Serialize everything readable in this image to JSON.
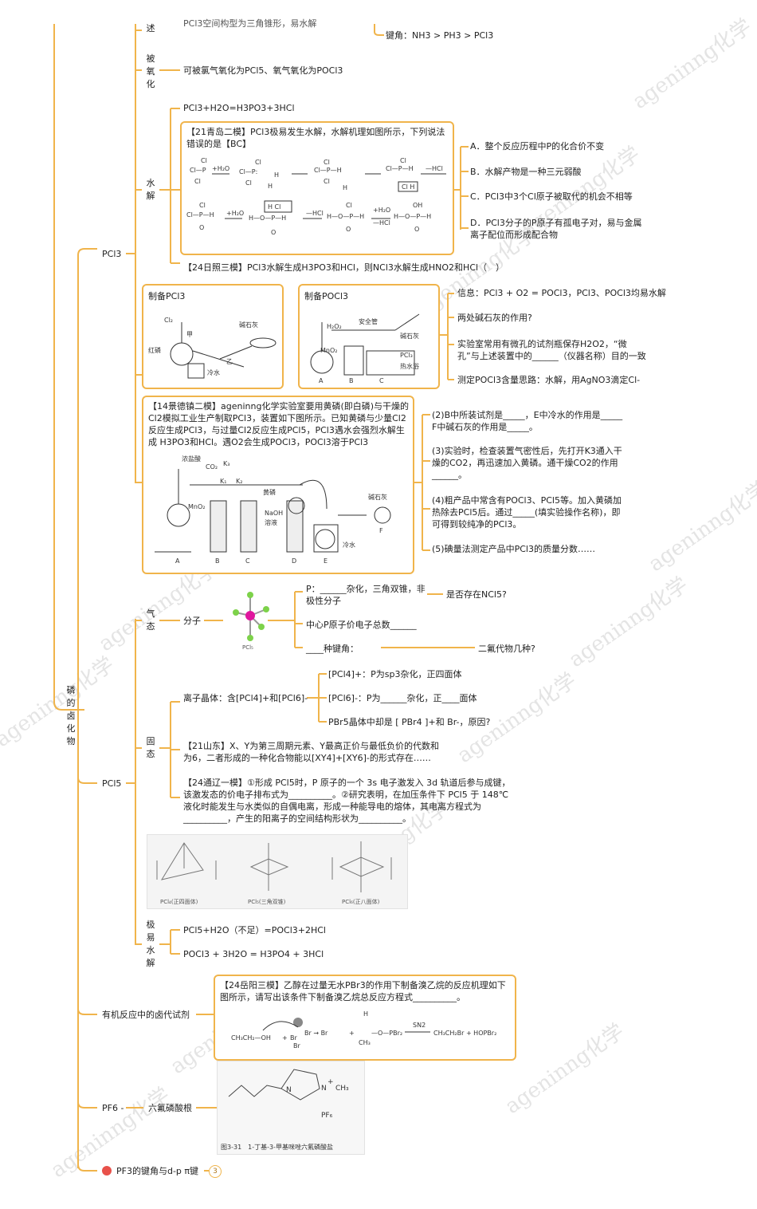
{
  "root": {
    "label": "磷的卤化物"
  },
  "pcl3": {
    "label": "PCl3",
    "branches": {
      "describe": "述",
      "oxidized": "被氧化",
      "hydrolysis": "水解"
    },
    "top_fragment": "PCl3空间构型为三角锥形，易水解",
    "bond_angle": "键角：NH3 > PH3 > PCl3",
    "oxidized_text": "可被氯气氧化为PCl5、氧气氧化为POCl3",
    "hydrolysis_eq": "PCl3+H2O=H3PO3+3HCl",
    "qingdao_title": "【21青岛二模】PCl3极易发生水解，水解机理如图所示，下列说法错误的是【BC】",
    "qingdao_options": [
      "A．整个反应历程中P的化合价不变",
      "B．水解产物是一种三元弱酸",
      "C．PCl3中3个Cl原子被取代的机会不相等",
      "D．PCl3分子的P原子有孤电子对，易与金属离子配位而形成配合物"
    ],
    "rizhao": "【24日照三模】PCl3水解生成H3PO3和HCl，则NCl3水解生成HNO2和HCl（　）",
    "prep_pcl3_title": "制备PCl3",
    "prep_pocl3_title": "制备POCl3",
    "prep_labels": {
      "cl2": "Cl₂",
      "jia": "甲",
      "hongling": "红磷",
      "jianshihui": "碱石灰",
      "yi": "乙",
      "lengshui": "冷水",
      "h2o2": "H₂O₂",
      "anquanguan": "安全管",
      "mno2": "MnO₂",
      "pcl3": "PCl₃",
      "reshuiyu": "热水浴",
      "jianshihui2": "碱石灰",
      "a": "A",
      "b": "B",
      "c": "C"
    },
    "pocl3_notes": [
      "信息：PCl3 + O2 = POCl3，PCl3、POCl3均易水解",
      "两处碱石灰的作用?",
      "实验室常用有微孔的试剂瓶保存H2O2，“微孔”与上述装置中的______（仪器名称）目的一致",
      "测定POCl3含量思路：水解，用AgNO3滴定Cl-"
    ],
    "jingdezhen_title": "【14景德镇二模】ageninng化学实验室要用黄磷(即白磷)与干燥的Cl2模拟工业生产制取PCl3，装置如下图所示。已知黄磷与少量Cl2反应生成PCl3，与过量Cl2反应生成PCl5，PCl3遇水会强烈水解生成 H3PO3和HCl。遇O2会生成POCl3，POCl3溶于PCl3",
    "jdz_labels": {
      "nongyansuan": "浓盐酸",
      "co2": "CO₂",
      "k3": "K₃",
      "k1": "K₁",
      "k2": "K₂",
      "huanglin": "黄磷",
      "mno2": "MnO₂",
      "naoh": "NaOH",
      "rongye": "溶液",
      "jianshihui": "碱石灰",
      "lengshui": "冷水",
      "a": "A",
      "b": "B",
      "c": "C",
      "d": "D",
      "e": "E",
      "f": "F"
    },
    "jingdezhen_questions": [
      "(2)B中所装试剂是_____，E中冷水的作用是_____　F中碱石灰的作用是_____。",
      "(3)实验时，检查装置气密性后，先打开K3通入干燥的CO2，再迅速加入黄磷。通干燥CO2的作用______。",
      "(4)粗产品中常含有POCl3、PCl5等。加入黄磷加热除去PCl5后。通过_____(填实验操作名称)，即可得到较纯净的PCl3。",
      "(5)碘量法测定产品中PCl3的质量分数……"
    ]
  },
  "pcl5": {
    "label": "PCl5",
    "branches": {
      "gas": "气态",
      "solid": "固态",
      "hydrolysis": "极易水解"
    },
    "molecule": "分子",
    "molecule_caption": "PCl₅",
    "gas_items": [
      "P：______杂化，三角双锥，非极性分子",
      "中心P原子价电子总数______",
      "____种键角："
    ],
    "ncl5": "是否存在NCl5?",
    "fluoride": "二氟代物几种?",
    "ionic": "离子晶体：含[PCl4]+和[PCl6]-",
    "ionic_items": [
      "[PCl4]+：P为sp3杂化，正四面体",
      "[PCl6]-：P为______杂化，正____面体",
      "PBr5晶体中却是 [ PBr4 ]+和 Br-，原因?"
    ],
    "shandong": "【21山东】X、Y为第三周期元素、Y最高正价与最低负价的代数和为6，二者形成的一种化合物能以[XY4]+[XY6]-的形式存在……",
    "tongliao": "【24通辽一模】①形成 PCl5时，P 原子的一个 3s 电子激发入 3d 轨道后参与成键，该激发态的价电子排布式为__________。②研究表明，在加压条件下 PCl5 于 148℃ 液化时能发生与水类似的自偶电离，形成一种能导电的熔体，其电离方程式为__________，产生的阳离子的空间结构形状为__________。",
    "structure_captions": [
      "PCl₄(正四面体)",
      "PCl₅(三角双锥)",
      "PCl₆(正八面体)"
    ],
    "hydro_eqs": [
      "PCl5+H2O（不足）=POCl3+2HCl",
      "POCl3 + 3H2O = H3PO4 + 3HCl"
    ]
  },
  "organic": {
    "label": "有机反应中的卤代试剂",
    "yueyang": "【24岳阳三模】乙醇在过量无水PBr3的作用下制备溴乙烷的反应机理如下图所示，请写出该条件下制备溴乙烷总反应方程式__________。",
    "mech": {
      "ethanol": "CH₃CH₂—OH",
      "plus": "+",
      "br1": "Br",
      "br2": "Br",
      "arrow_br": "Br → Br",
      "plus2": "+",
      "h": "H",
      "ch3": "CH₃",
      "o_pbr2": "—O—PBr₂",
      "sn2": "SN2",
      "product": "CH₃CH₂Br + HOPBr₂"
    }
  },
  "pf6": {
    "label": "PF6 -",
    "name": "六氟磷酸根",
    "struct_labels": {
      "n1": "N",
      "n2": "N",
      "plus": "+",
      "ch3": "CH₃",
      "pf6": "PF₆"
    },
    "caption": "图3-31　1-丁基-3-甲基咪唑六氟磷酸盐"
  },
  "pf3": {
    "label": "PF3的键角与d-p π键",
    "count": "3"
  },
  "watermark": "ageninng化学",
  "colors": {
    "line": "#f0b44b",
    "text": "#222222",
    "badge": "#e8514a"
  }
}
